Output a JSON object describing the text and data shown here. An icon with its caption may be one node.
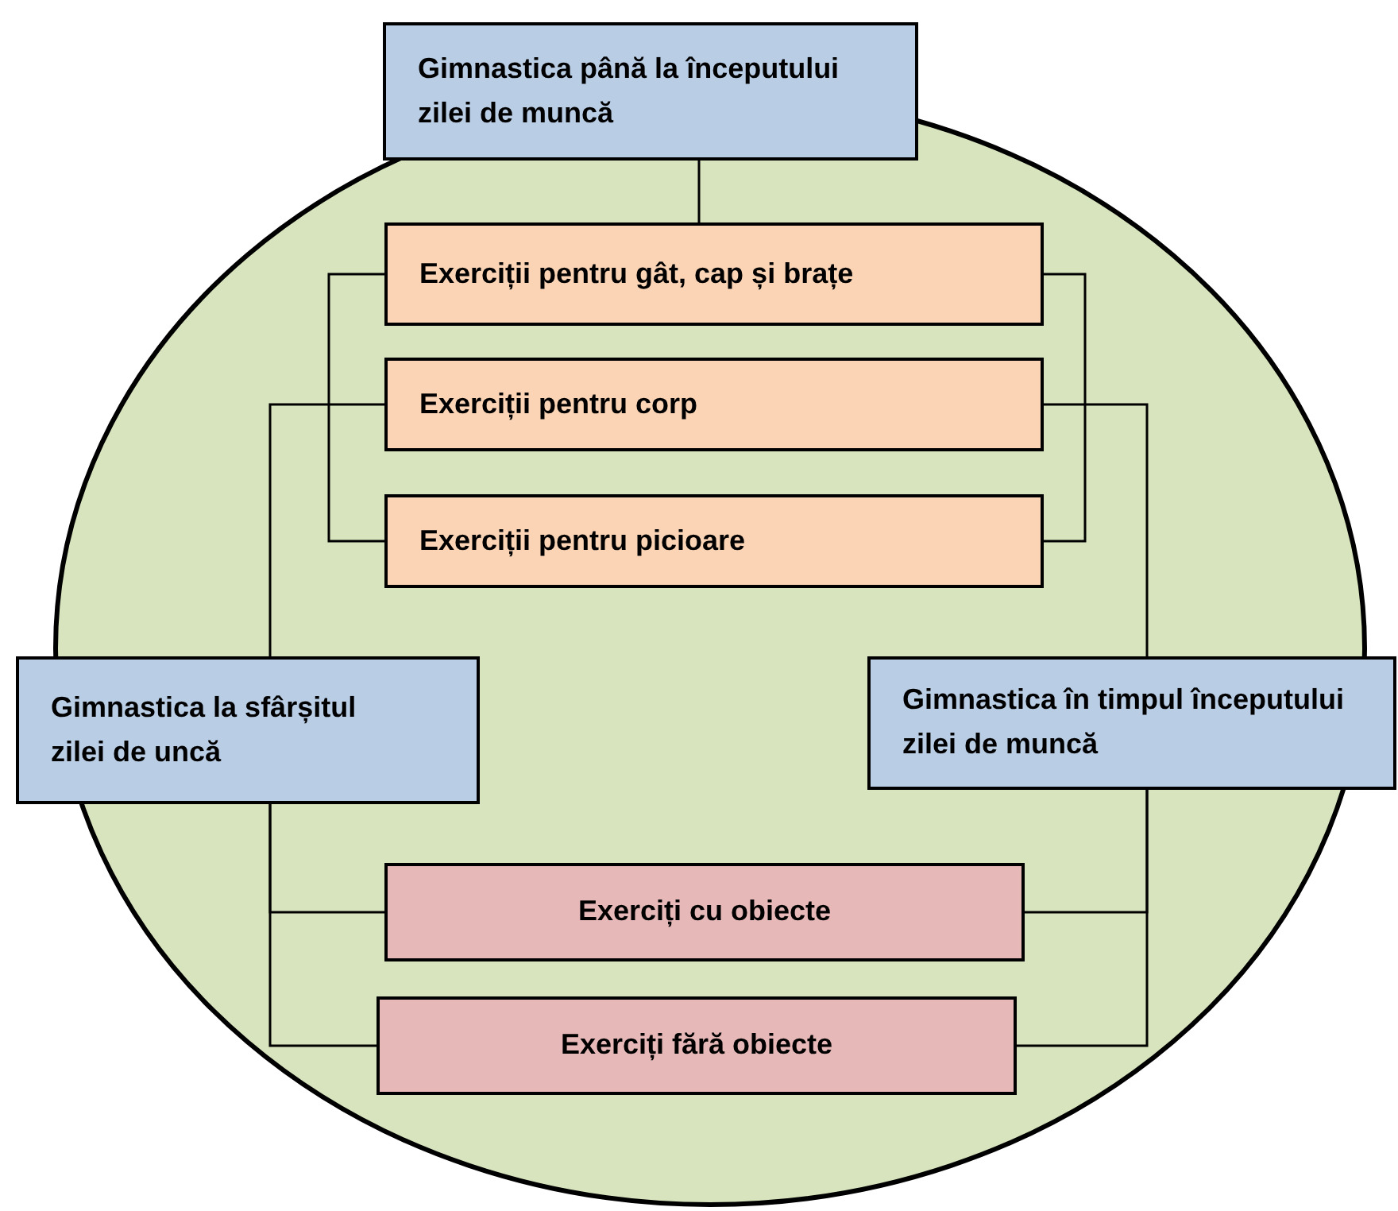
{
  "diagram": {
    "nodes": [
      {
        "text": [
          "Gimnastica până la începutului zilei de muncă"
        ]
      },
      {
        "text": [
          "Exerciții pentru gât, cap și brațe"
        ]
      },
      {
        "text": [
          "Exerciții pentru corp"
        ]
      },
      {
        "text": [
          "Exerciții pentru picioare"
        ]
      },
      {
        "text": [
          "Gimnastica la sfârșitul zilei de uncă"
        ]
      },
      {
        "text": [
          "Gimnastica în timpul începutului zilei de muncă"
        ]
      },
      {
        "text": [
          "Exerciți cu obiecte"
        ]
      },
      {
        "text": [
          "Exerciți fără obiecte"
        ]
      }
    ],
    "edges": [
      {
        "from": 0,
        "to": 1,
        "arrow": "none"
      },
      {
        "from": 1,
        "to": 3,
        "arrow": "none"
      },
      {
        "from": 1,
        "to": 3,
        "arrow": "none"
      },
      {
        "from": 4,
        "to": 2,
        "arrow": "none"
      },
      {
        "from": 5,
        "to": 2,
        "arrow": "none"
      },
      {
        "from": 4,
        "to": 6,
        "arrow": "none"
      },
      {
        "from": 4,
        "to": 7,
        "arrow": "none"
      },
      {
        "from": 5,
        "to": 6,
        "arrow": "none"
      },
      {
        "from": 5,
        "to": 7,
        "arrow": "none"
      }
    ]
  }
}
